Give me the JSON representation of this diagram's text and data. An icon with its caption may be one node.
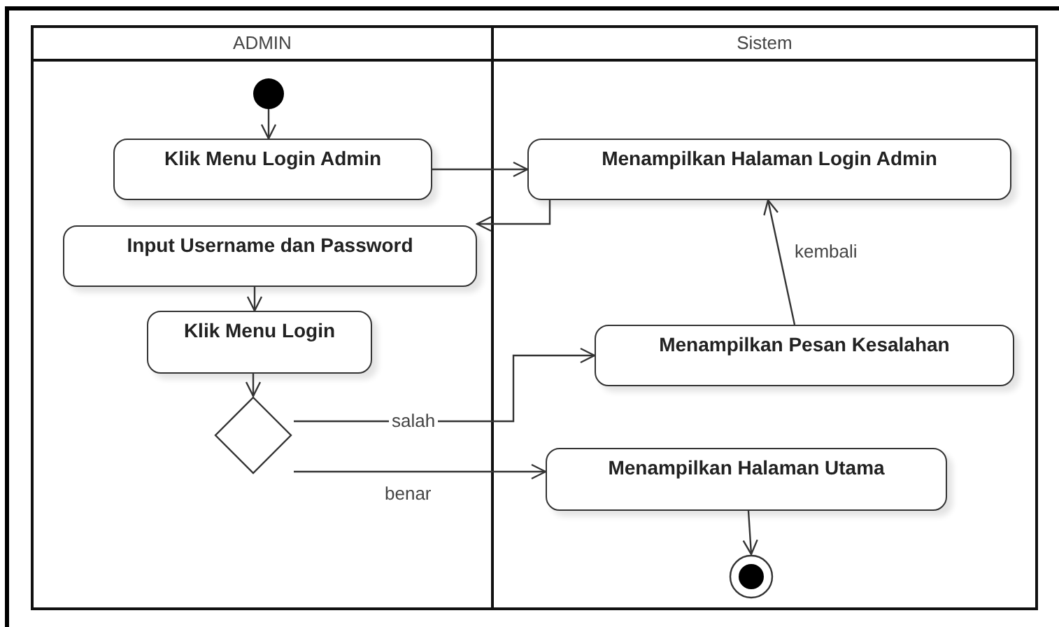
{
  "diagram": {
    "nodes": [
      {
        "text": [
          "ADMIN"
        ]
      },
      {
        "text": [],
        "shape": "circle",
        "in": 0
      },
      {
        "text": [
          "Klik Menu Login Admin"
        ],
        "in": 0
      },
      {
        "text": [
          "Input Username dan Password"
        ],
        "in": 0
      },
      {
        "text": [
          "Klik Menu Login"
        ],
        "in": 0
      },
      {
        "text": [],
        "shape": "diamond",
        "in": 0
      },
      {
        "text": [
          "Sistem"
        ]
      },
      {
        "text": [
          "Menampilkan Halaman Login Admin"
        ],
        "in": 6
      },
      {
        "text": [
          "Menampilkan Pesan Kesalahan"
        ],
        "in": 6
      },
      {
        "text": [
          "Menampilkan Halaman Utama"
        ],
        "in": 6
      },
      {
        "text": [],
        "shape": "circle",
        "in": 6
      }
    ],
    "edges": [
      {
        "from": 1,
        "to": 2,
        "arrow": "to"
      },
      {
        "from": 2,
        "to": 7,
        "arrow": "to"
      },
      {
        "from": 7,
        "to": 3,
        "arrow": "to"
      },
      {
        "from": 3,
        "to": 4,
        "arrow": "to"
      },
      {
        "from": 4,
        "to": 5,
        "arrow": "to"
      },
      {
        "from": 5,
        "to": 8,
        "arrow": "to",
        "label": "salah"
      },
      {
        "from": 5,
        "to": 9,
        "arrow": "to",
        "label": "benar"
      },
      {
        "from": 8,
        "to": 7,
        "arrow": "to",
        "label": "kembali"
      },
      {
        "from": 9,
        "to": 10,
        "arrow": "to"
      }
    ]
  }
}
